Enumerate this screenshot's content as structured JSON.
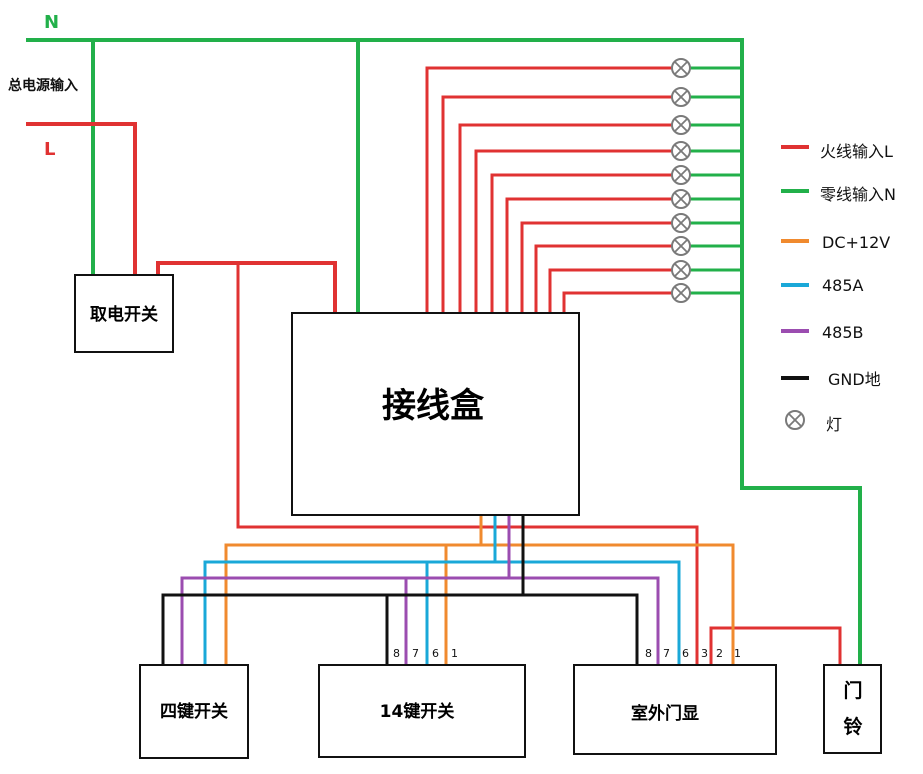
{
  "power": {
    "n_label": "N",
    "l_label": "L",
    "input_label": "总电源输入"
  },
  "boxes": {
    "power_switch": "取电开关",
    "junction_box": "接线盒",
    "four_key_switch": "四键开关",
    "fourteen_key_switch": "14键开关",
    "outdoor_display": "室外门显",
    "doorbell_line1": "门",
    "doorbell_line2": "铃"
  },
  "pins": {
    "fourteen_key": [
      "8",
      "7",
      "6",
      "1"
    ],
    "outdoor": [
      "8",
      "7",
      "6",
      "3",
      "2",
      "1"
    ]
  },
  "legend": {
    "live": "火线输入L",
    "neutral": "零线输入N",
    "dc12v": "DC+12V",
    "a485": "485A",
    "b485": "485B",
    "gnd": "GND地",
    "lamp": "灯"
  },
  "colors": {
    "live": "#e03232",
    "neutral": "#22b04a",
    "dc12v": "#f08a2e",
    "a485": "#1aa8d8",
    "b485": "#9b4db0",
    "gnd": "#111111",
    "lamp": "#7a7a7a"
  },
  "lamps": {
    "count": 10
  }
}
